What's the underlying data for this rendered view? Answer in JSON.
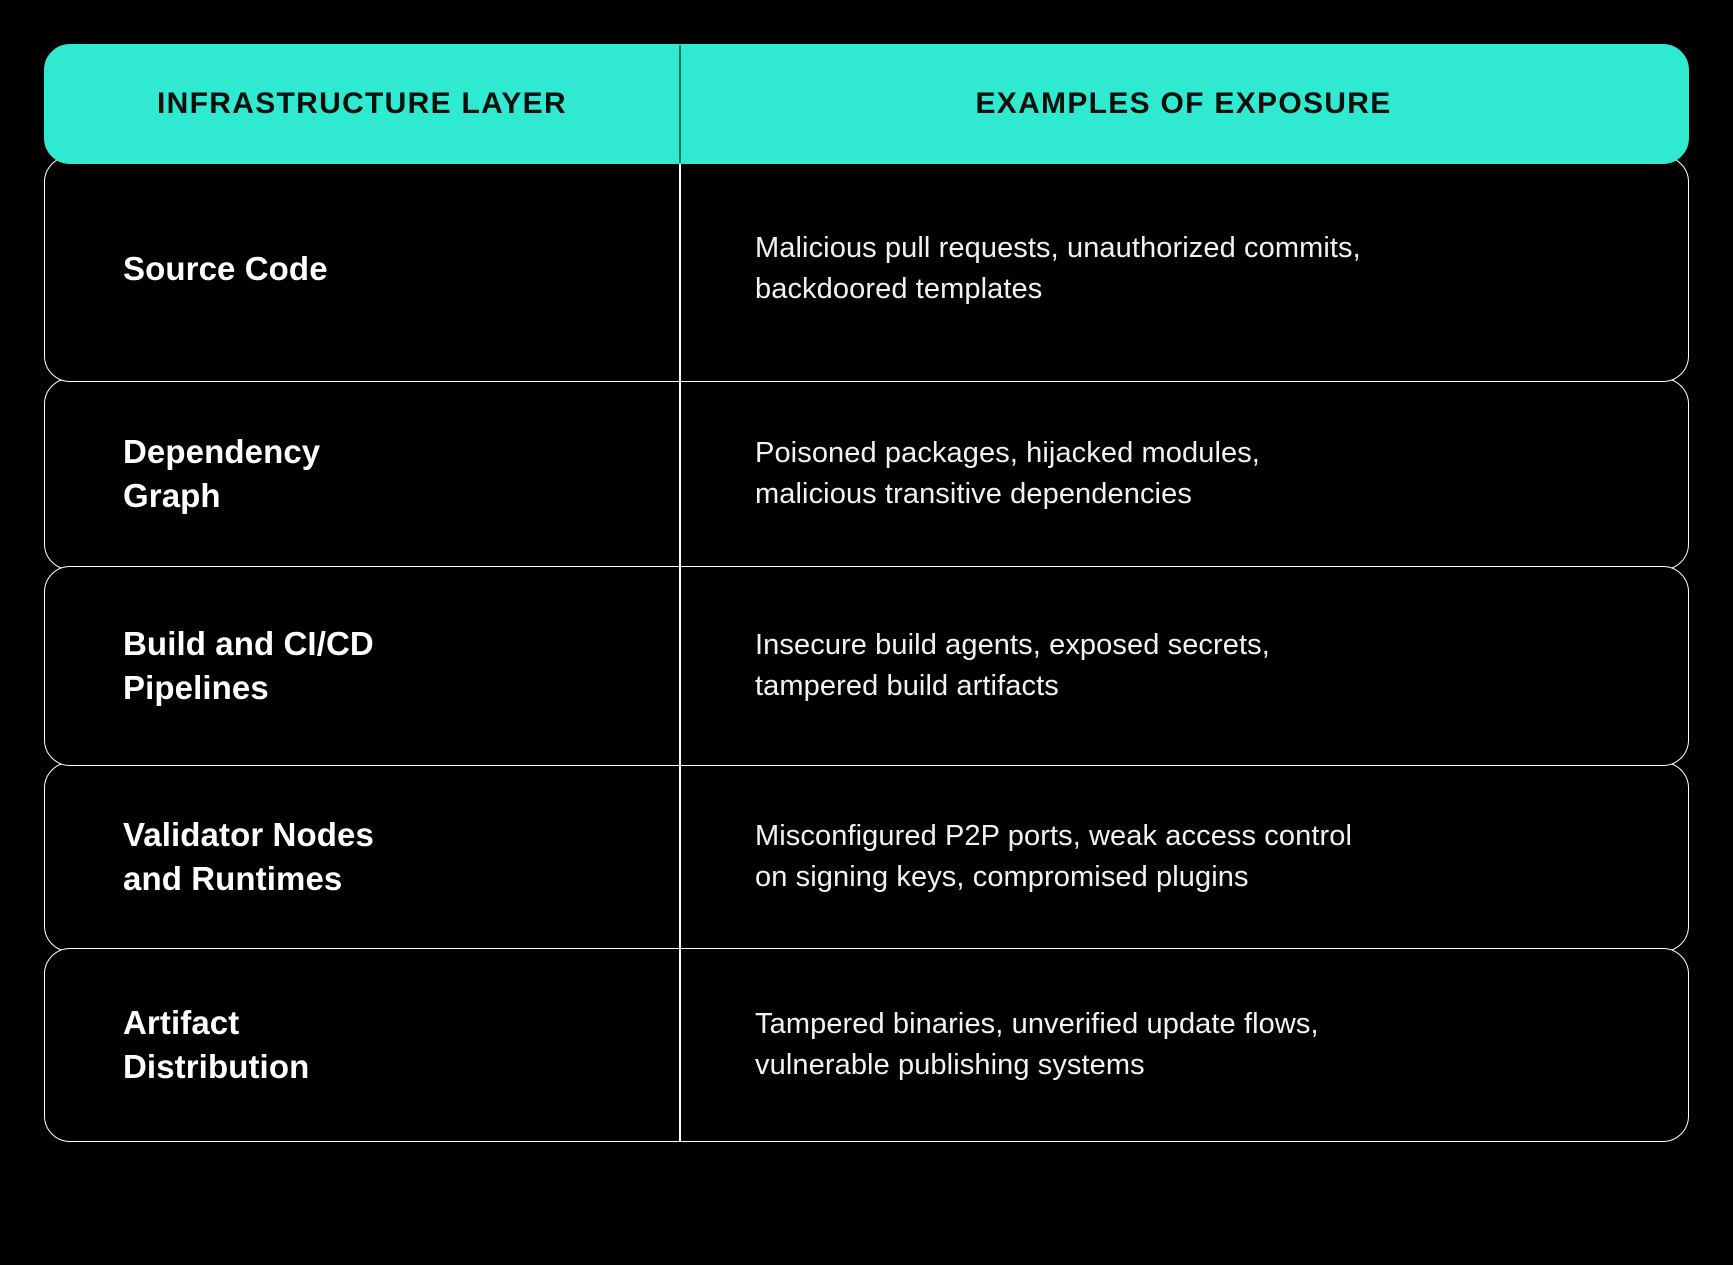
{
  "theme": {
    "background": "#000000",
    "accent": "#2fe9d0",
    "border": "#ffffff",
    "header_text": "#05100d",
    "body_text": "#ffffff"
  },
  "table": {
    "columns": [
      {
        "key": "layer",
        "label": "INFRASTRUCTURE LAYER"
      },
      {
        "key": "exposure",
        "label": "EXAMPLES OF EXPOSURE"
      }
    ],
    "rows": [
      {
        "layer": "Source Code",
        "exposure": "Malicious pull requests, unauthorized commits,\nbackdoored templates"
      },
      {
        "layer": "Dependency\nGraph",
        "exposure": "Poisoned packages, hijacked modules,\nmalicious transitive dependencies"
      },
      {
        "layer": "Build and CI/CD\nPipelines",
        "exposure": "Insecure build agents, exposed secrets,\ntampered build artifacts"
      },
      {
        "layer": "Validator Nodes\nand Runtimes",
        "exposure": "Misconfigured P2P ports, weak access control\non signing keys, compromised plugins"
      },
      {
        "layer": "Artifact\nDistribution",
        "exposure": "Tampered binaries, unverified update flows,\nvulnerable publishing systems"
      }
    ]
  }
}
